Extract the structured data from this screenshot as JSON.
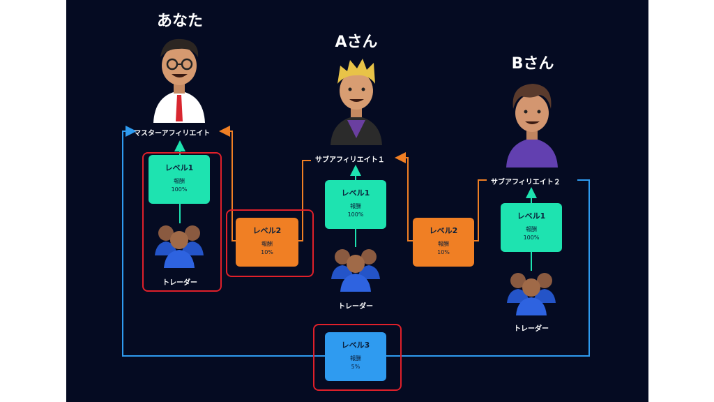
{
  "colors": {
    "background": "#050b22",
    "level1": "#1ee3b0",
    "level2": "#f07f24",
    "level3": "#2f9bf0",
    "highlight": "#e0202a",
    "arrow_orange": "#f07f24",
    "arrow_blue": "#2f9bf0",
    "arrow_green": "#1ee3b0"
  },
  "people": {
    "you": {
      "name": "あなた",
      "role": "マスターアフィリエイト",
      "avatar_icon": "businessman-avatar-icon"
    },
    "a": {
      "name": "Aさん",
      "role": "サブアフィリエイト１",
      "avatar_icon": "blond-man-avatar-icon"
    },
    "b": {
      "name": "Bさん",
      "role": "サブアフィリエイト２",
      "avatar_icon": "brown-hair-man-avatar-icon"
    }
  },
  "traders": {
    "you": "トレーダー",
    "a": "トレーダー",
    "b": "トレーダー"
  },
  "boxes": {
    "you_level1": {
      "level": "レベル1",
      "fee": "報酬",
      "pct": "100%"
    },
    "a_level1": {
      "level": "レベル1",
      "fee": "報酬",
      "pct": "100%"
    },
    "b_level1": {
      "level": "レベル1",
      "fee": "報酬",
      "pct": "100%"
    },
    "level2_left": {
      "level": "レベル2",
      "fee": "報酬",
      "pct": "10%"
    },
    "level2_right": {
      "level": "レベル2",
      "fee": "報酬",
      "pct": "10%"
    },
    "level3": {
      "level": "レベル3",
      "fee": "報酬",
      "pct": "5%"
    }
  }
}
